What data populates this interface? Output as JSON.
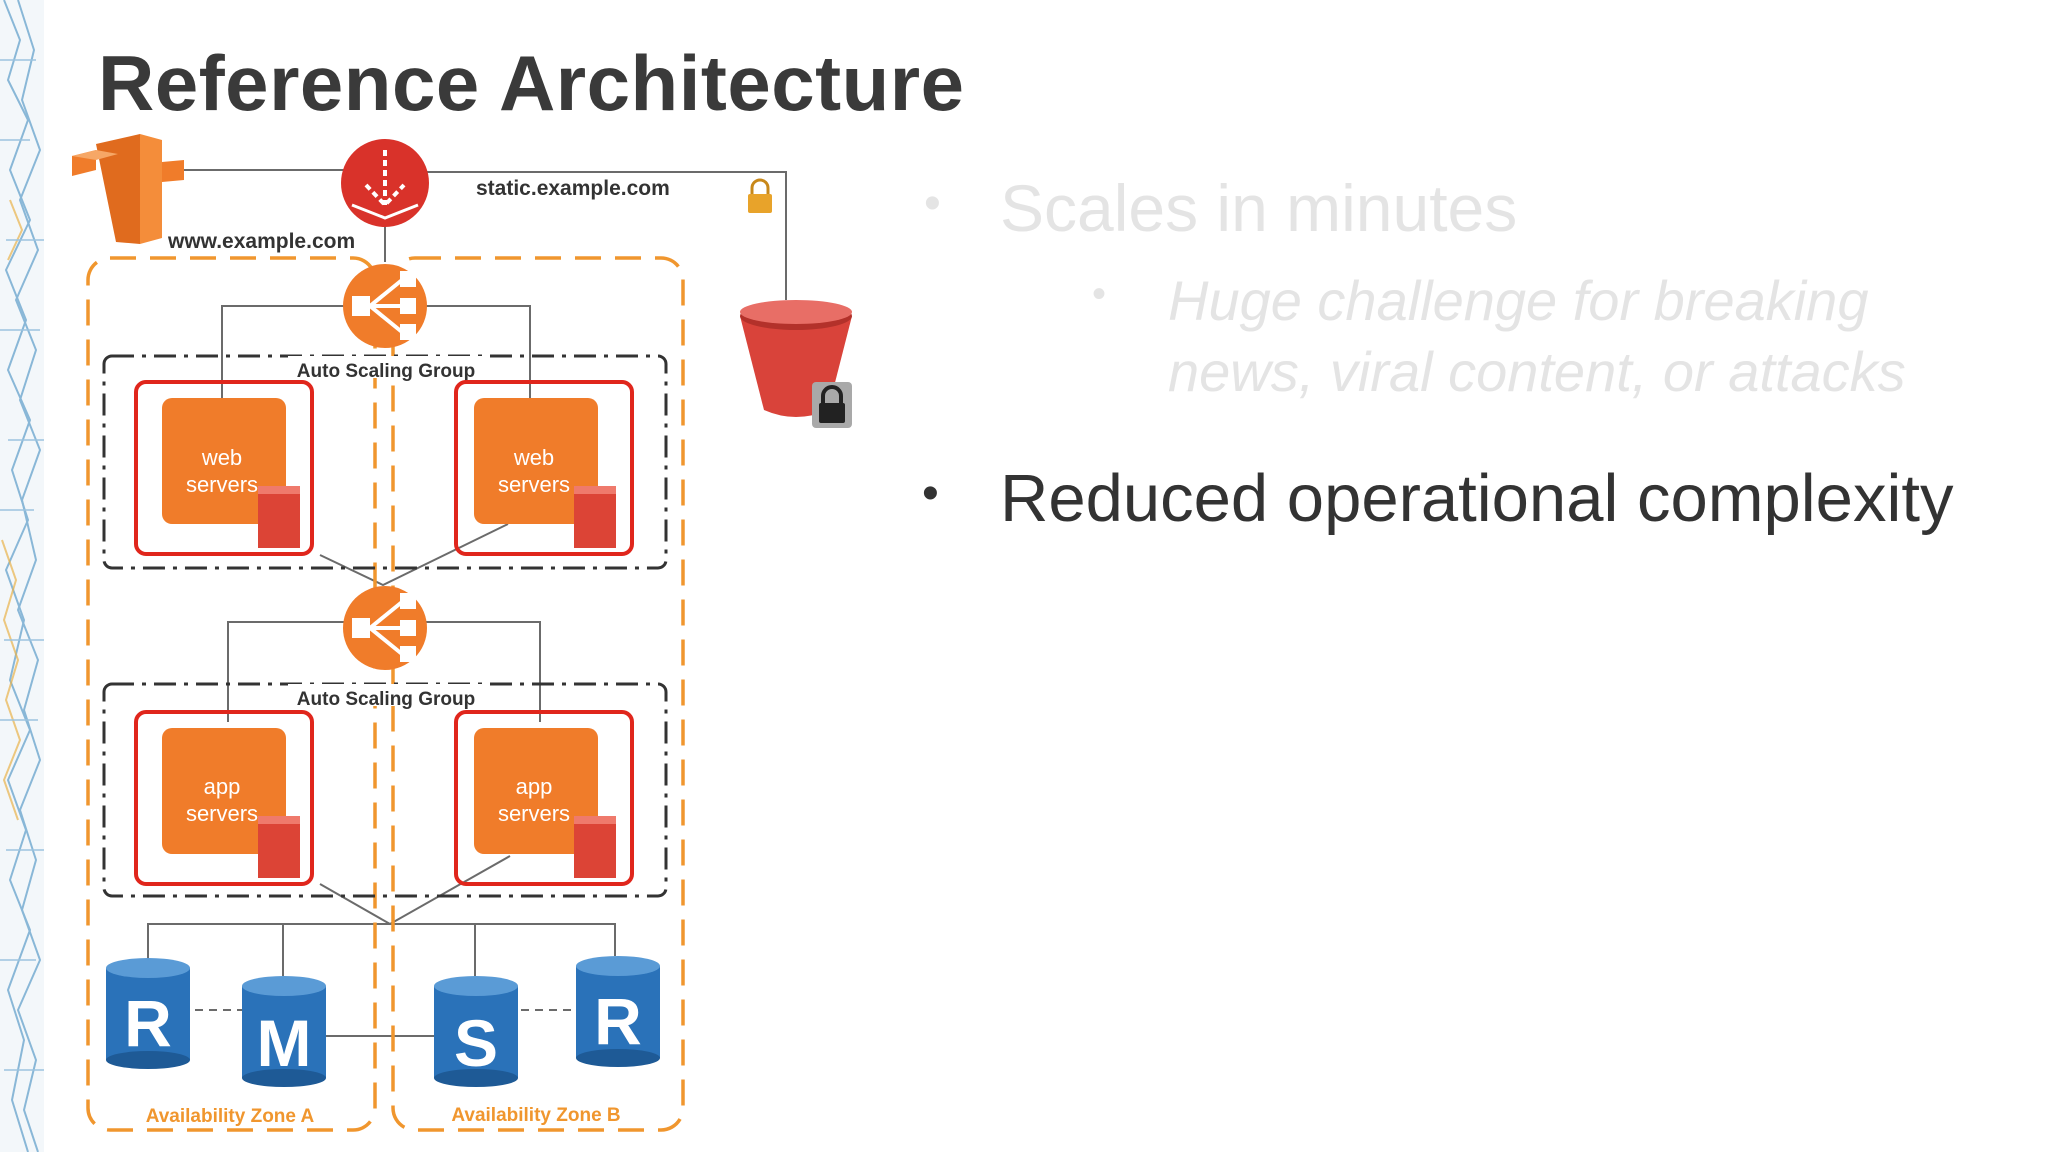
{
  "slide": {
    "title": "Reference Architecture"
  },
  "diagram": {
    "dns_web": "www.example.com",
    "dns_static": "static.example.com",
    "asg_label_1": "Auto Scaling Group",
    "asg_label_2": "Auto Scaling Group",
    "web_server_a": [
      "web",
      "servers"
    ],
    "web_server_b": [
      "web",
      "servers"
    ],
    "app_server_a": [
      "app",
      "servers"
    ],
    "app_server_b": [
      "app",
      "servers"
    ],
    "db_r_a": "R",
    "db_m": "M",
    "db_s": "S",
    "db_r_b": "R",
    "zone_a": "Availability Zone A",
    "zone_b": "Availability Zone B",
    "colors": {
      "orange": "#f07c2a",
      "red": "#e0261c",
      "db_blue": "#2a72b9",
      "bucket_red": "#e0493c",
      "gold": "#e8a32a"
    }
  },
  "bullets": {
    "item1": "Scales in minutes",
    "item1_sub": "Huge challenge for breaking news, viral content, or attacks",
    "item2": "Reduced operational complexity",
    "marker": "•"
  }
}
